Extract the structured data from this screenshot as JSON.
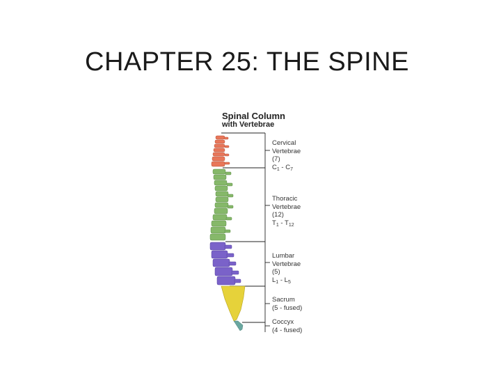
{
  "slide": {
    "title": "CHAPTER 25: THE SPINE"
  },
  "figure": {
    "heading": "Spinal Column",
    "subheading": "with Vertebrae",
    "regions": [
      {
        "name": "Cervical",
        "line2": "Vertebrae",
        "count": "(7)",
        "range_a": "C",
        "sub_a": "1",
        "range_sep": " - ",
        "range_b": "C",
        "sub_b": "7",
        "color": "#e8775a"
      },
      {
        "name": "Thoracic",
        "line2": "Vertebrae",
        "count": "(12)",
        "range_a": "T",
        "sub_a": "1",
        "range_sep": " - ",
        "range_b": "T",
        "sub_b": "12",
        "color": "#86b86a"
      },
      {
        "name": "Lumbar",
        "line2": "Vertebrae",
        "count": "(5)",
        "range_a": "L",
        "sub_a": "1",
        "range_sep": " - ",
        "range_b": "L",
        "sub_b": "5",
        "color": "#7a62c9"
      },
      {
        "name": "Sacrum",
        "line2": "(5 - fused)",
        "color": "#e6d23a"
      },
      {
        "name": "Coccyx",
        "line2": "(4 - fused)",
        "color": "#6aa7a0"
      }
    ]
  }
}
